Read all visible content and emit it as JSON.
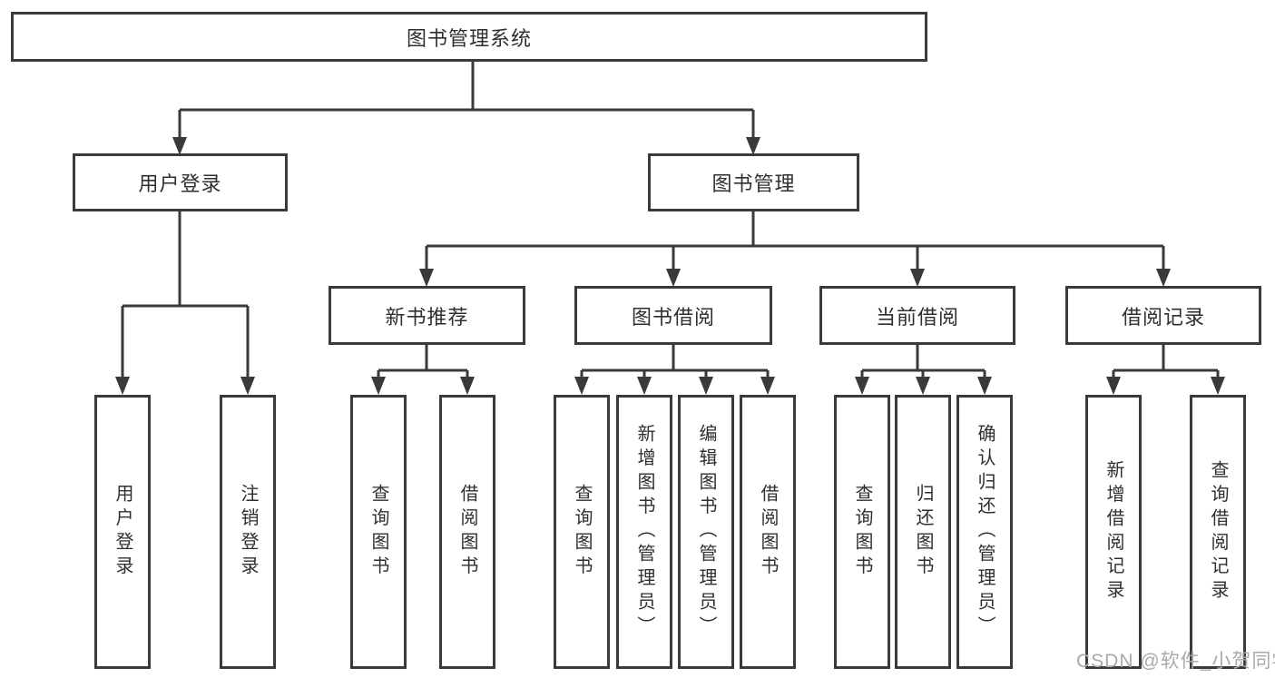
{
  "page": {
    "watermark": "CSDN @软件_小贺同学",
    "colors": {
      "line": "#3a3a3a",
      "box_border": "#3a3a3a",
      "text": "#2f2f2f",
      "background": "#ffffff",
      "watermark": "#a9a9a9"
    }
  },
  "tree": {
    "root": {
      "label": "图书管理系统"
    },
    "children": [
      {
        "label": "用户登录",
        "children": [
          {
            "label": "用户登录"
          },
          {
            "label": "注销登录"
          }
        ]
      },
      {
        "label": "图书管理",
        "children": [
          {
            "label": "新书推荐",
            "children": [
              {
                "label": "查询图书"
              },
              {
                "label": "借阅图书"
              }
            ]
          },
          {
            "label": "图书借阅",
            "children": [
              {
                "label": "查询图书"
              },
              {
                "label": "新增图书（管理员）"
              },
              {
                "label": "编辑图书（管理员）"
              },
              {
                "label": "借阅图书"
              }
            ]
          },
          {
            "label": "当前借阅",
            "children": [
              {
                "label": "查询图书"
              },
              {
                "label": "归还图书"
              },
              {
                "label": "确认归还（管理员）"
              }
            ]
          },
          {
            "label": "借阅记录",
            "children": [
              {
                "label": "新增借阅记录"
              },
              {
                "label": "查询借阅记录"
              }
            ]
          }
        ]
      }
    ]
  }
}
